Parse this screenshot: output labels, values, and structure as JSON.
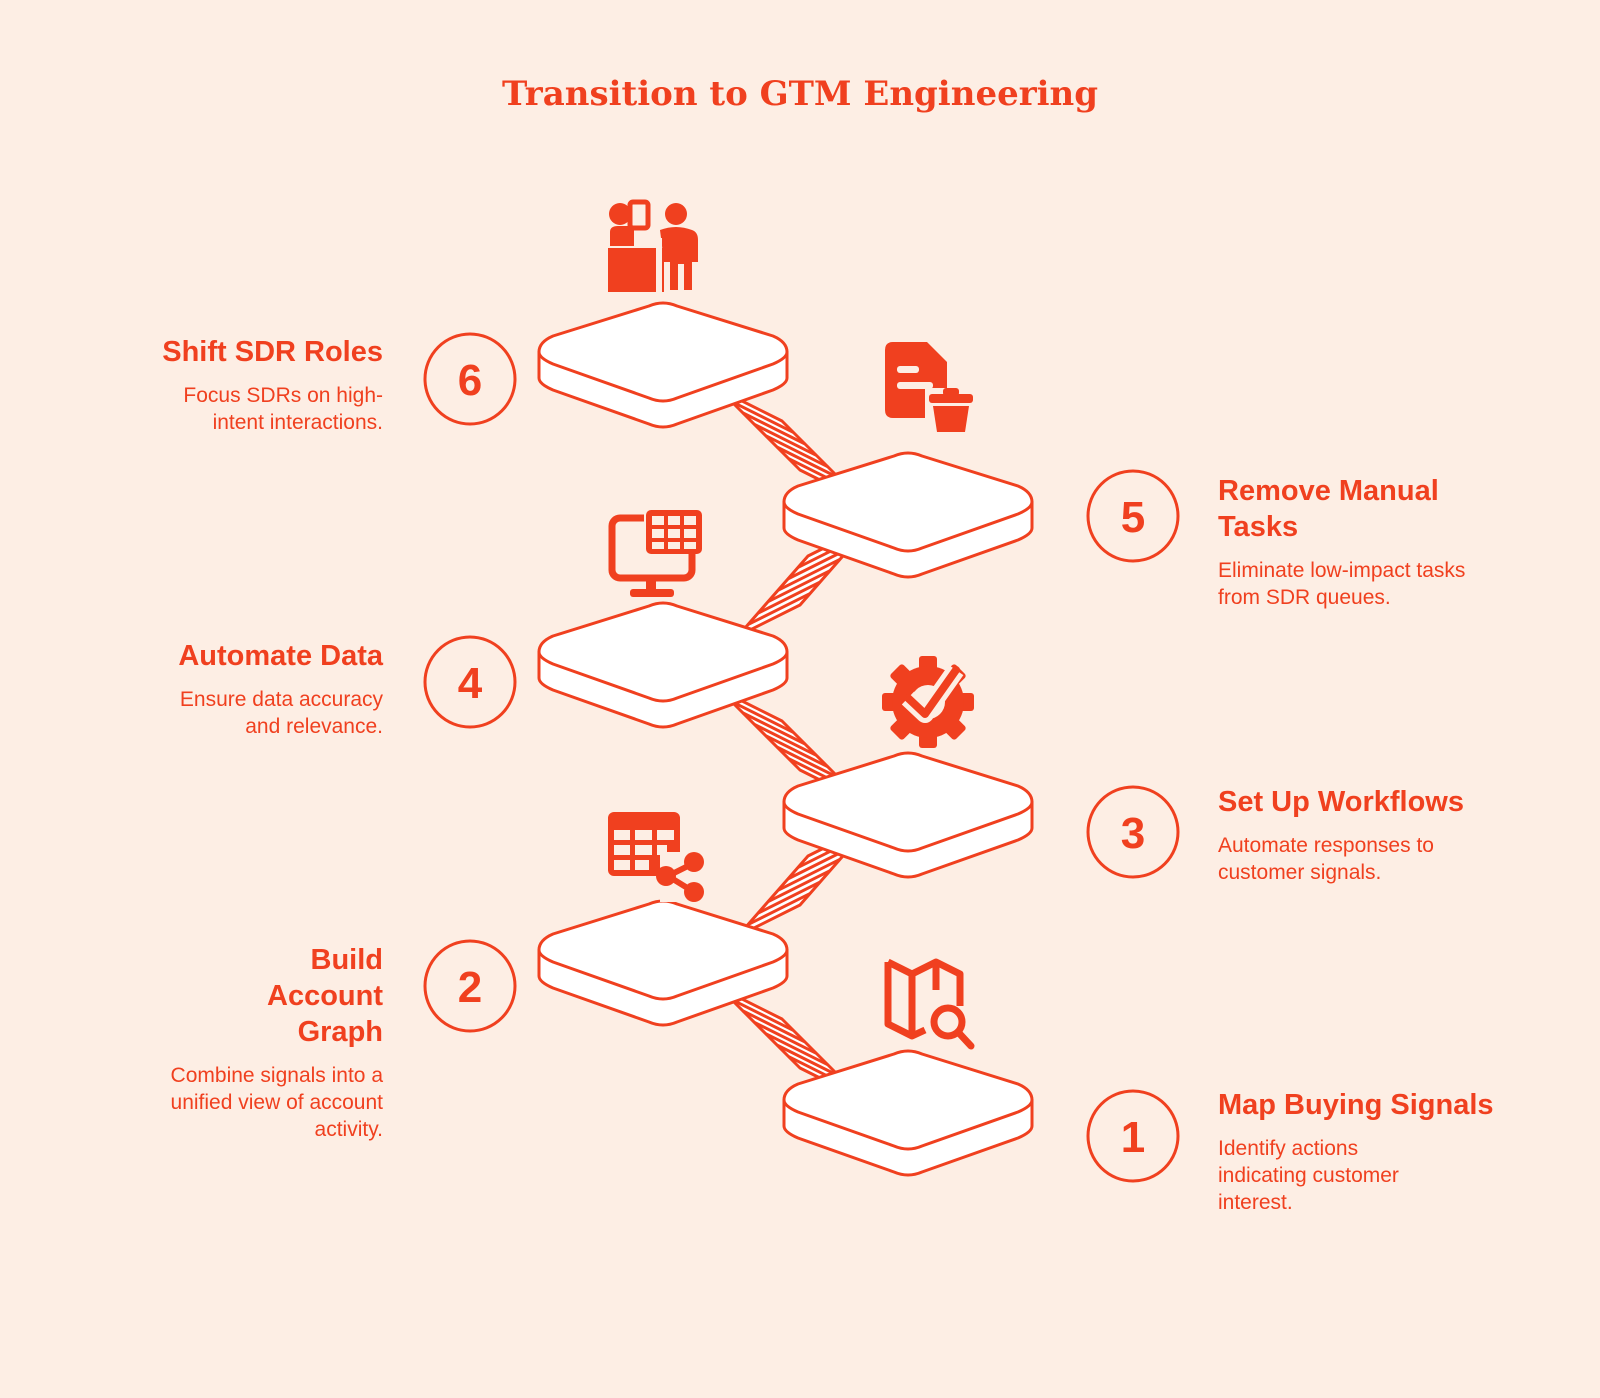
{
  "title": "Transition to GTM Engineering",
  "colors": {
    "accent": "#F0401F",
    "background": "#FDEEE4",
    "platform": "#FFFFFF"
  },
  "steps": [
    {
      "number": "1",
      "title": "Map Buying Signals",
      "description": "Identify actions indicating customer interest.",
      "icon": "map-search-icon",
      "side": "right"
    },
    {
      "number": "2",
      "title": "Build Account Graph",
      "description": "Combine signals into a unified view of account activity.",
      "icon": "table-share-icon",
      "side": "left"
    },
    {
      "number": "3",
      "title": "Set Up Workflows",
      "description": "Automate responses to customer signals.",
      "icon": "gear-check-icon",
      "side": "right"
    },
    {
      "number": "4",
      "title": "Automate Data",
      "description": "Ensure data accuracy and relevance.",
      "icon": "monitor-grid-icon",
      "side": "left"
    },
    {
      "number": "5",
      "title": "Remove Manual Tasks",
      "description": "Eliminate low-impact tasks from SDR queues.",
      "icon": "document-trash-icon",
      "side": "right"
    },
    {
      "number": "6",
      "title": "Shift SDR Roles",
      "description": "Focus SDRs on high-intent interactions.",
      "icon": "people-desk-icon",
      "side": "left"
    }
  ]
}
